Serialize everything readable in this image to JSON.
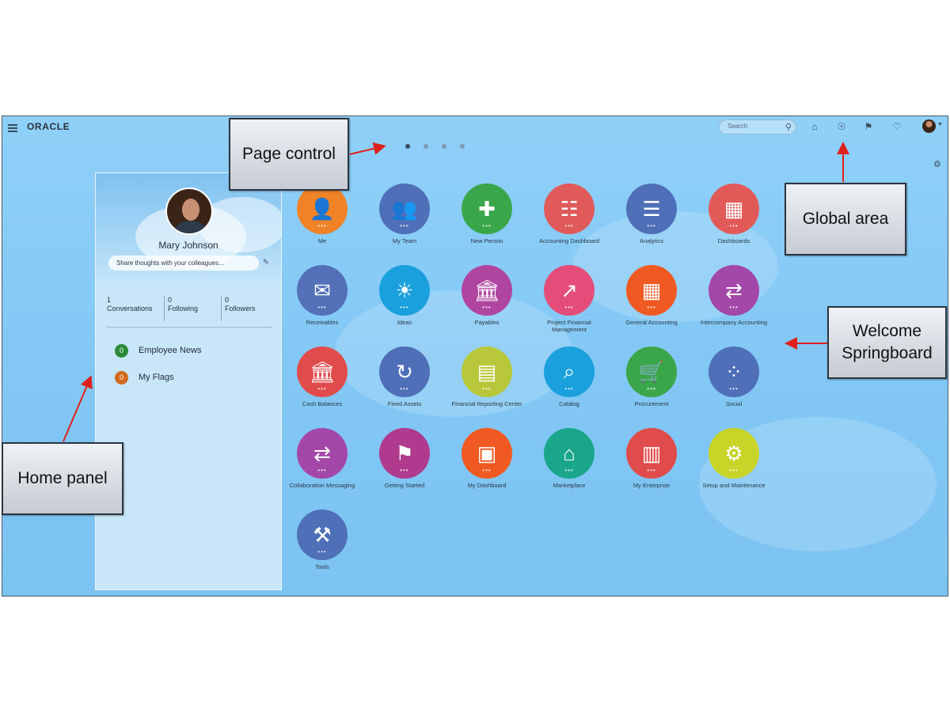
{
  "colors": {
    "background": "#85c9f5",
    "panel": "#c9e6f8",
    "arrow": "#e0201c"
  },
  "header": {
    "logo": "ORACLE",
    "search_placeholder": "Search",
    "icons": [
      "home-icon",
      "watchlist-icon",
      "favorites-icon",
      "notifications-icon",
      "user-avatar",
      "settings-icon"
    ]
  },
  "page_control": {
    "pages": 4,
    "active": 1
  },
  "home_panel": {
    "user_name": "Mary Johnson",
    "status_placeholder": "Share thoughts with your colleagues...",
    "stats": [
      {
        "count": "1",
        "label": "Conversations"
      },
      {
        "count": "0",
        "label": "Following"
      },
      {
        "count": "0",
        "label": "Followers"
      }
    ],
    "links": [
      {
        "badge": "0",
        "label": "Employee News",
        "color": "#2a8a3a"
      },
      {
        "badge": "0",
        "label": "My Flags",
        "color": "#d2691e"
      }
    ]
  },
  "springboard": [
    {
      "label": "Me",
      "icon": "person-icon",
      "color": "#f08228"
    },
    {
      "label": "My Team",
      "icon": "team-icon",
      "color": "#4f6fb8"
    },
    {
      "label": "New Person",
      "icon": "new-person-icon",
      "color": "#3aa64a"
    },
    {
      "label": "Accounting Dashboard",
      "icon": "ledger-icon",
      "color": "#e05a5a"
    },
    {
      "label": "Analytics",
      "icon": "analytics-icon",
      "color": "#4f6fb8"
    },
    {
      "label": "Dashboards",
      "icon": "dashboard-icon",
      "color": "#e25a58"
    },
    {
      "label": "Receivables",
      "icon": "envelope-icon",
      "color": "#5370b8"
    },
    {
      "label": "Ideas",
      "icon": "lightbulb-icon",
      "color": "#1aa0dc"
    },
    {
      "label": "Payables",
      "icon": "bank-icon",
      "color": "#b045a0"
    },
    {
      "label": "Project Financial Management",
      "icon": "chart-icon",
      "color": "#e44d7a"
    },
    {
      "label": "General Accounting",
      "icon": "calendar-icon",
      "color": "#f05a22"
    },
    {
      "label": "Intercompany Accounting",
      "icon": "transfer-icon",
      "color": "#a348a8"
    },
    {
      "label": "Cash Balances",
      "icon": "bank-icon",
      "color": "#e04c4c"
    },
    {
      "label": "Fixed Assets",
      "icon": "cycle-icon",
      "color": "#4f6fb8"
    },
    {
      "label": "Financial Reporting Center",
      "icon": "report-icon",
      "color": "#b8c83a"
    },
    {
      "label": "Catalog",
      "icon": "catalog-icon",
      "color": "#1aa0dc"
    },
    {
      "label": "Procurement",
      "icon": "cart-icon",
      "color": "#3aa64a"
    },
    {
      "label": "Social",
      "icon": "org-icon",
      "color": "#4f6fb8"
    },
    {
      "label": "Collaboration Messaging",
      "icon": "transfer-icon",
      "color": "#a348a8"
    },
    {
      "label": "Getting Started",
      "icon": "flag-icon",
      "color": "#b03a8e"
    },
    {
      "label": "My Dashboard",
      "icon": "board-icon",
      "color": "#f05a22"
    },
    {
      "label": "Marketplace",
      "icon": "bag-icon",
      "color": "#1aa68a"
    },
    {
      "label": "My Enterprise",
      "icon": "building-icon",
      "color": "#e04c4c"
    },
    {
      "label": "Setup and Maintenance",
      "icon": "gears-icon",
      "color": "#c8d428"
    },
    {
      "label": "Tools",
      "icon": "tools-icon",
      "color": "#4f6fb8"
    }
  ],
  "callouts": {
    "page_control": "Page control",
    "global_area": "Global area",
    "welcome_springboard": "Welcome Springboard",
    "home_panel": "Home panel"
  }
}
